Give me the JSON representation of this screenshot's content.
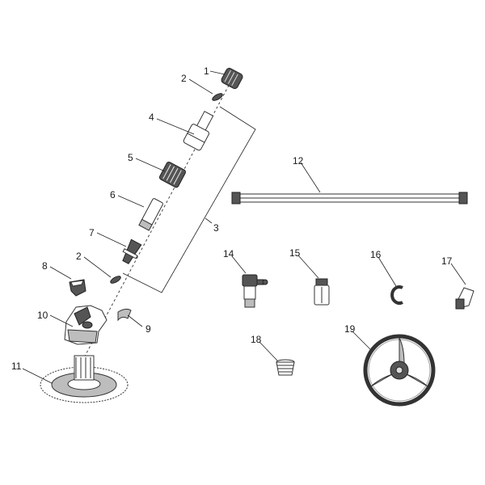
{
  "labels": {
    "p1": "1",
    "p2a": "2",
    "p2b": "2",
    "p3": "3",
    "p4": "4",
    "p5": "5",
    "p6": "6",
    "p7": "7",
    "p8": "8",
    "p9": "9",
    "p10": "10",
    "p11": "11",
    "p12": "12",
    "p14": "14",
    "p15": "15",
    "p16": "16",
    "p17": "17",
    "p18": "18",
    "p19": "19"
  }
}
